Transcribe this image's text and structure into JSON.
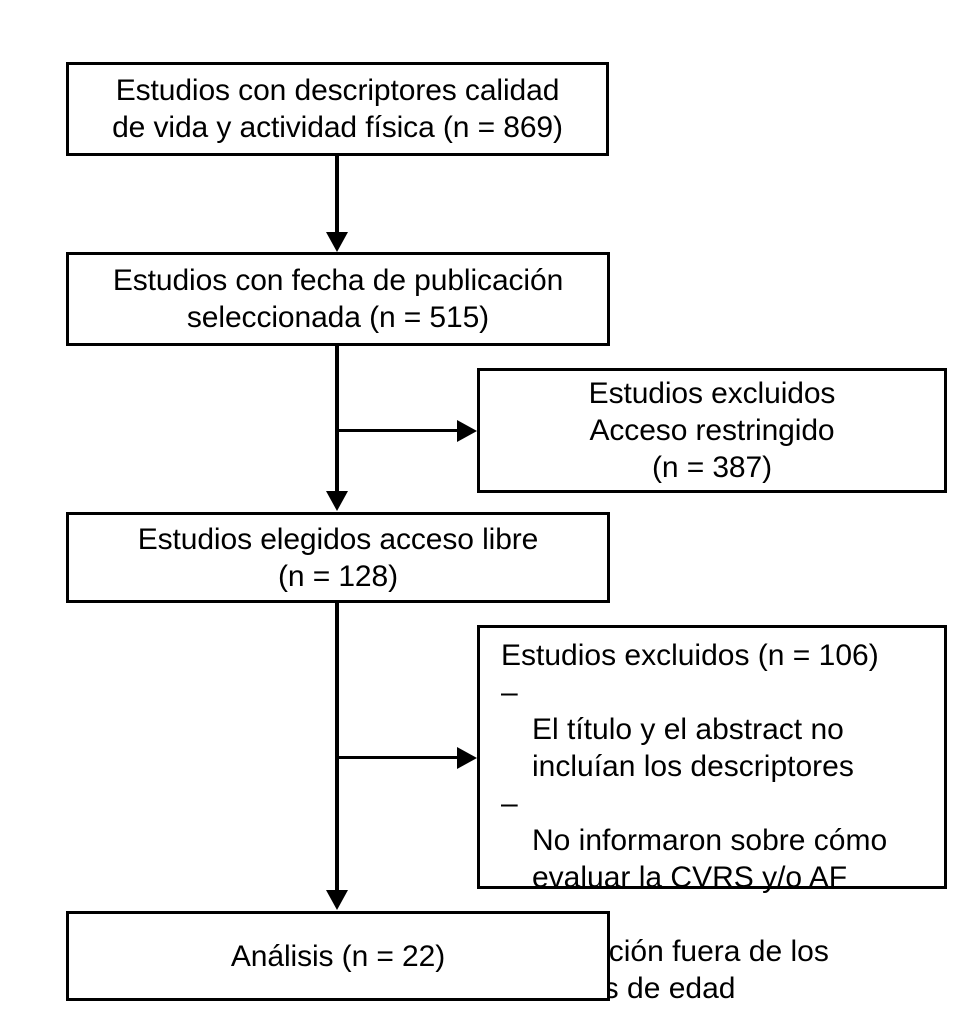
{
  "figure": {
    "type": "flowchart",
    "language": "es",
    "orientation": "top-to-bottom",
    "background_color": "#ffffff",
    "line_color": "#000000",
    "text_color": "#000000"
  },
  "nodes": {
    "identificacion": {
      "text": "Estudios con descriptores calidad\nde vida y actividad física (n = 869)",
      "n": 869,
      "align": "center"
    },
    "fecha_publicacion": {
      "text": "Estudios con fecha de publicación\nseleccionada (n = 515)",
      "n": 515,
      "align": "center"
    },
    "excluidos_acceso": {
      "text": "Estudios excluidos\nAcceso restringido\n(n = 387)",
      "n": 387,
      "align": "center"
    },
    "acceso_libre": {
      "text": "Estudios elegidos acceso libre\n(n = 128)",
      "n": 128,
      "align": "center"
    },
    "excluidos_criterios": {
      "heading": "Estudios excluidos (n = 106)",
      "n": 106,
      "dash": "–",
      "items": [
        "El título y el abstract no\nincluían los descriptores",
        "No informaron sobre cómo\nevaluar la CVRS y/o AF",
        "Población fuera de los\nlímites de edad"
      ],
      "align": "left"
    },
    "analisis": {
      "text": "Análisis (n = 22)",
      "n": 22,
      "align": "center"
    }
  },
  "edges": [
    {
      "from": "identificacion",
      "to": "fecha_publicacion",
      "direction": "down"
    },
    {
      "from": "fecha_publicacion",
      "to": "excluidos_acceso",
      "direction": "right"
    },
    {
      "from": "fecha_publicacion",
      "to": "acceso_libre",
      "direction": "down"
    },
    {
      "from": "acceso_libre",
      "to": "excluidos_criterios",
      "direction": "right"
    },
    {
      "from": "acceso_libre",
      "to": "analisis",
      "direction": "down"
    }
  ]
}
